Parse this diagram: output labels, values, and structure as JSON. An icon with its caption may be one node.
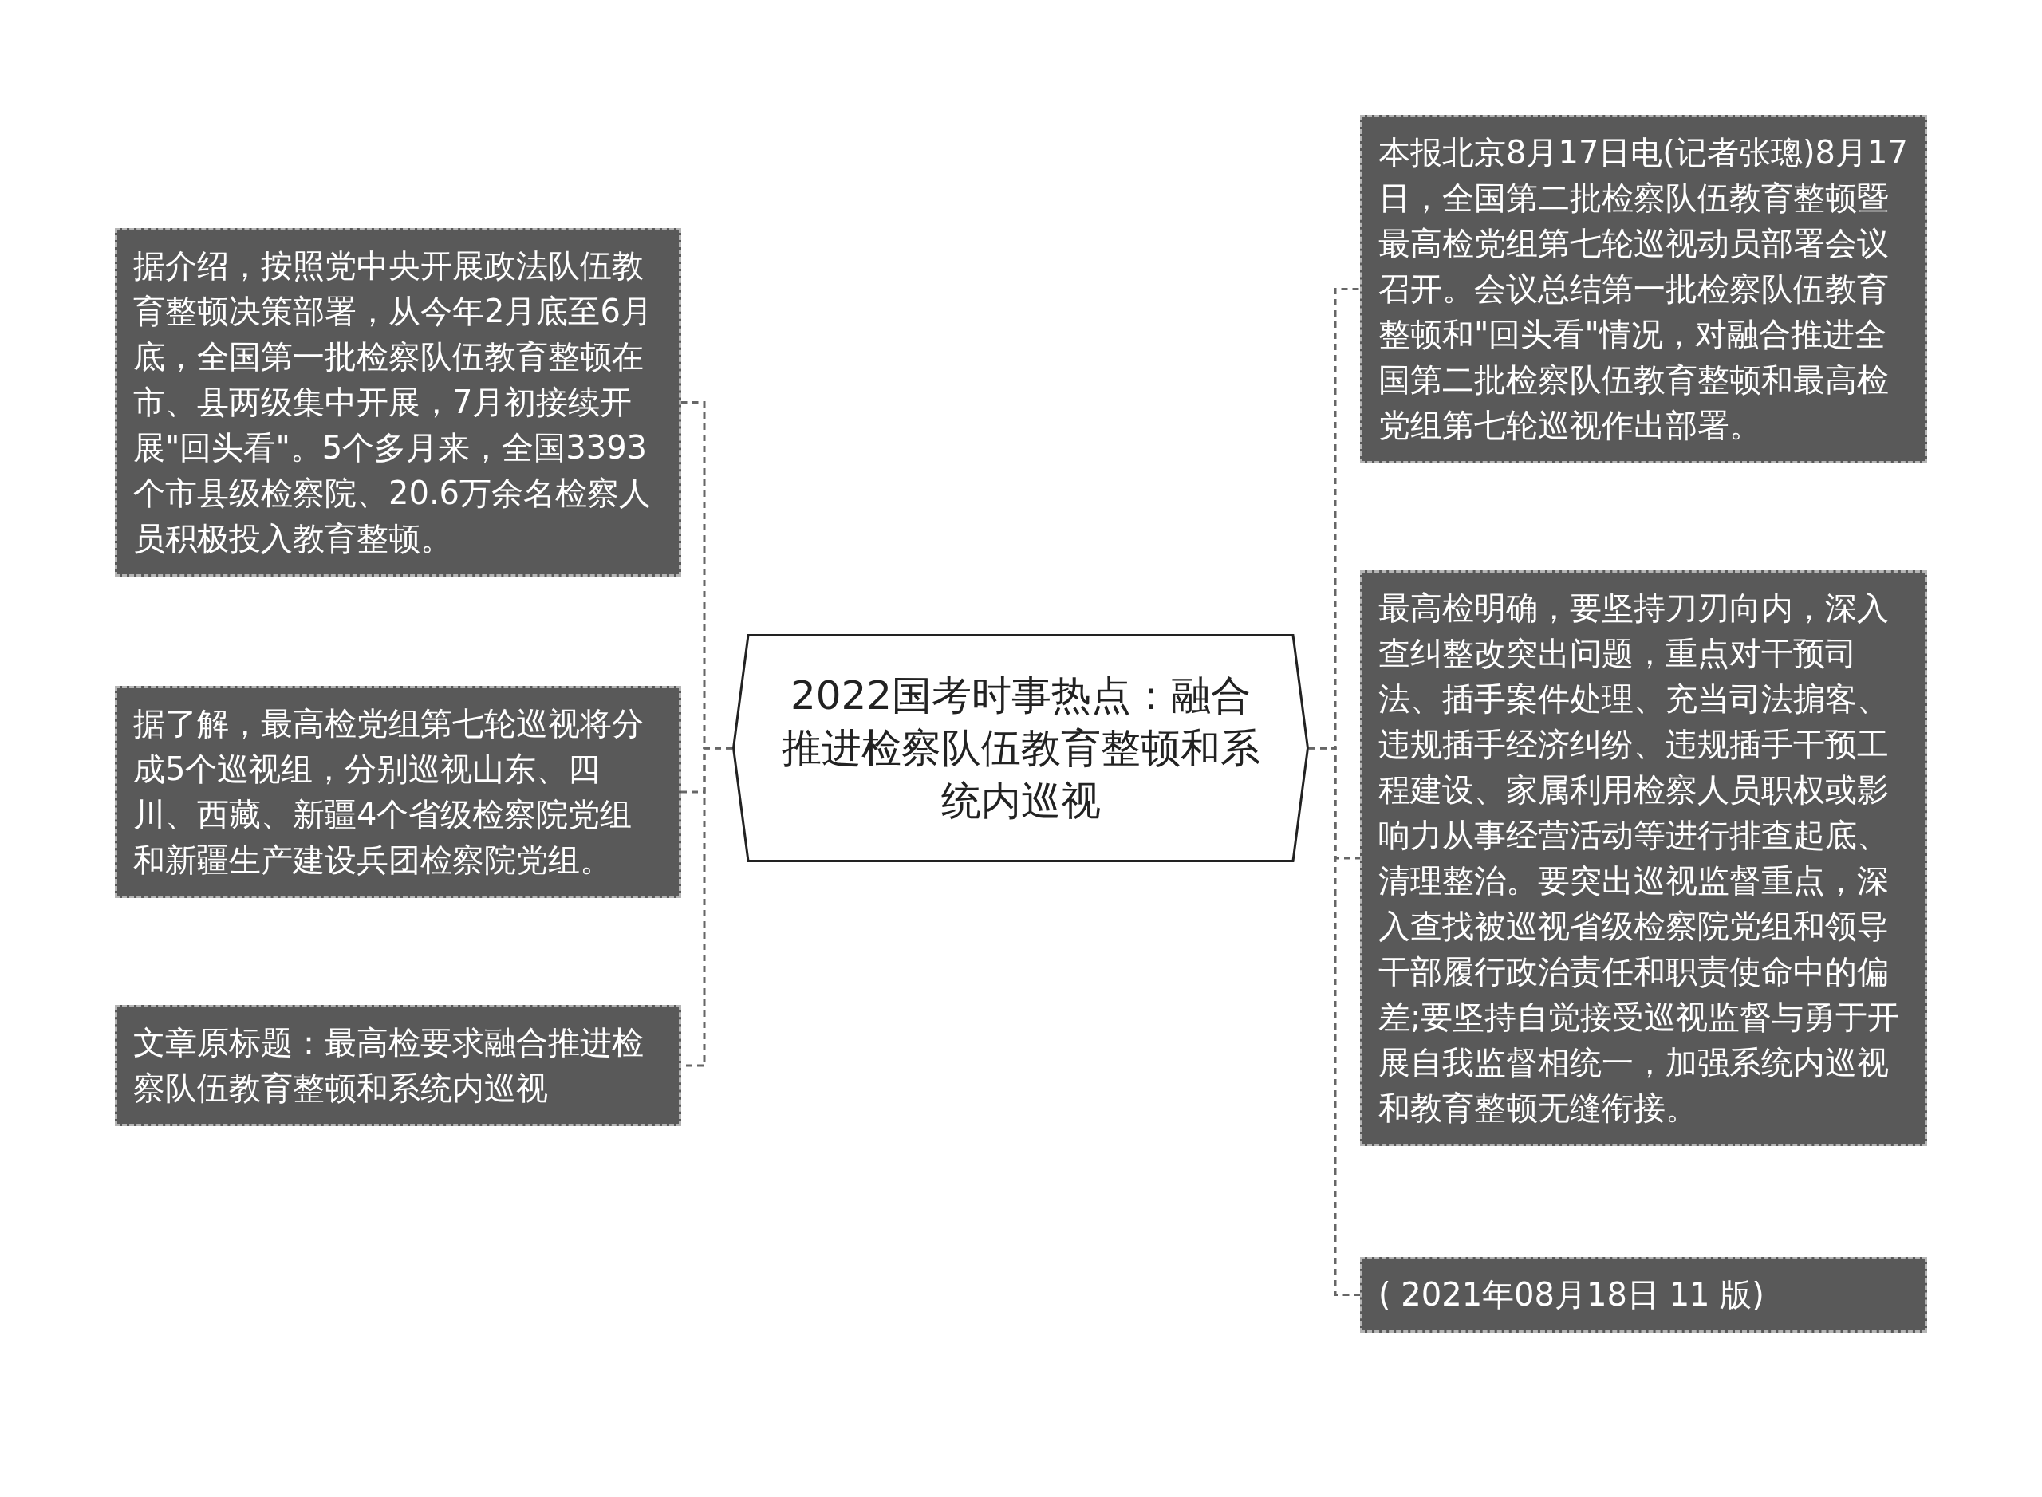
{
  "diagram": {
    "nodes": [
      {
        "text": [
          "2022国考时事热点：融合推进检察队伍教育整顿和系统内巡视"
        ]
      },
      {
        "text": [
          "据介绍，按照党中央开展政法队伍教育整顿决策部署，从今年2月底至6月底，全国第一批检察队伍教育整顿在市、县两级集中开展，7月初接续开展\"回头看\"。5个多月来，全国3393个市县级检察院、20.6万余名检察人员积极投入教育整顿。"
        ]
      },
      {
        "text": [
          "据了解，最高检党组第七轮巡视将分成5个巡视组，分别巡视山东、四川、西藏、新疆4个省级检察院党组和新疆生产建设兵团检察院党组。"
        ]
      },
      {
        "text": [
          "文章原标题：最高检要求融合推进检察队伍教育整顿和系统内巡视"
        ]
      },
      {
        "text": [
          "本报北京8月17日电(记者张璁)8月17日，全国第二批检察队伍教育整顿暨最高检党组第七轮巡视动员部署会议召开。会议总结第一批检察队伍教育整顿和\"回头看\"情况，对融合推进全国第二批检察队伍教育整顿和最高检党组第七轮巡视作出部署。"
        ]
      },
      {
        "text": [
          "最高检明确，要坚持刀刃向内，深入查纠整改突出问题，重点对干预司法、插手案件处理、充当司法掮客、违规插手经济纠纷、违规插手干预工程建设、家属利用检察人员职权或影响力从事经营活动等进行排查起底、清理整治。要突出巡视监督重点，深入查找被巡视省级检察院党组和领导干部履行政治责任和职责使命中的偏差;要坚持自觉接受巡视监督与勇于开展自我监督相统一，加强系统内巡视和教育整顿无缝衔接。"
        ]
      },
      {
        "text": [
          "( 2021年08月18日 11 版)"
        ]
      }
    ],
    "edges": [
      {
        "from": 0,
        "to": 1,
        "arrow": "none",
        "style": "dashed"
      },
      {
        "from": 0,
        "to": 2,
        "arrow": "none",
        "style": "dashed"
      },
      {
        "from": 0,
        "to": 3,
        "arrow": "none",
        "style": "dashed"
      },
      {
        "from": 0,
        "to": 4,
        "arrow": "none",
        "style": "dashed"
      },
      {
        "from": 0,
        "to": 5,
        "arrow": "none",
        "style": "dashed"
      },
      {
        "from": 0,
        "to": 6,
        "arrow": "none",
        "style": "dashed"
      }
    ]
  }
}
